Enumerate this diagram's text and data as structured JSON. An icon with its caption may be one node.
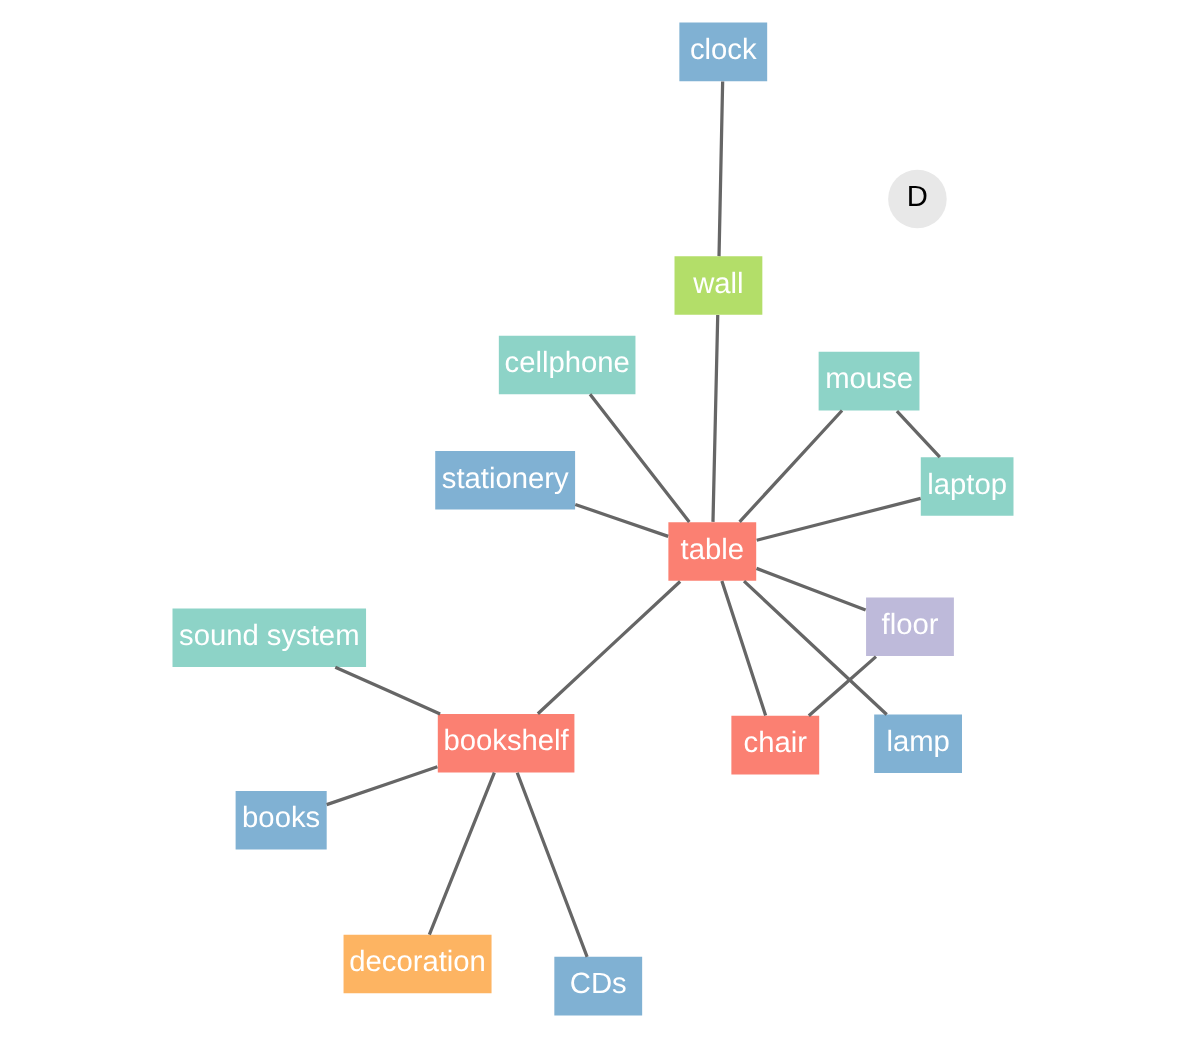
{
  "diagram": {
    "nodes": [
      {
        "text": [
          "sound system"
        ]
      },
      {
        "text": [
          "CDs"
        ]
      },
      {
        "text": [
          "bookshelf"
        ]
      },
      {
        "text": [
          "clock"
        ]
      },
      {
        "text": [
          "wall"
        ]
      },
      {
        "text": [
          "stationery"
        ]
      },
      {
        "text": [
          "decoration"
        ]
      },
      {
        "text": [
          "floor"
        ]
      },
      {
        "text": [
          "books"
        ]
      },
      {
        "text": [
          "table"
        ]
      },
      {
        "text": [
          "lamp"
        ]
      },
      {
        "text": [
          "chair"
        ]
      },
      {
        "text": [
          "laptop"
        ]
      },
      {
        "text": [
          "mouse"
        ]
      },
      {
        "text": [
          "cellphone"
        ]
      },
      {
        "text": [
          "D"
        ]
      }
    ],
    "edges": [
      {
        "from": 2,
        "to": 0,
        "arrow": "none"
      },
      {
        "from": 1,
        "to": 2,
        "arrow": "none"
      },
      {
        "from": 2,
        "to": 6,
        "arrow": "none"
      },
      {
        "from": 2,
        "to": 8,
        "arrow": "none"
      },
      {
        "from": 2,
        "to": 9,
        "arrow": "none"
      },
      {
        "from": 5,
        "to": 9,
        "arrow": "none"
      },
      {
        "from": 3,
        "to": 4,
        "arrow": "none"
      },
      {
        "from": 4,
        "to": 9,
        "arrow": "none"
      },
      {
        "from": 7,
        "to": 9,
        "arrow": "none"
      },
      {
        "from": 7,
        "to": 11,
        "arrow": "none"
      },
      {
        "from": 9,
        "to": 10,
        "arrow": "none"
      },
      {
        "from": 9,
        "to": 11,
        "arrow": "none"
      },
      {
        "from": 9,
        "to": 12,
        "arrow": "none"
      },
      {
        "from": 9,
        "to": 13,
        "arrow": "none"
      },
      {
        "from": 9,
        "to": 14,
        "arrow": "none"
      },
      {
        "from": 12,
        "to": 13,
        "arrow": "none"
      }
    ]
  }
}
